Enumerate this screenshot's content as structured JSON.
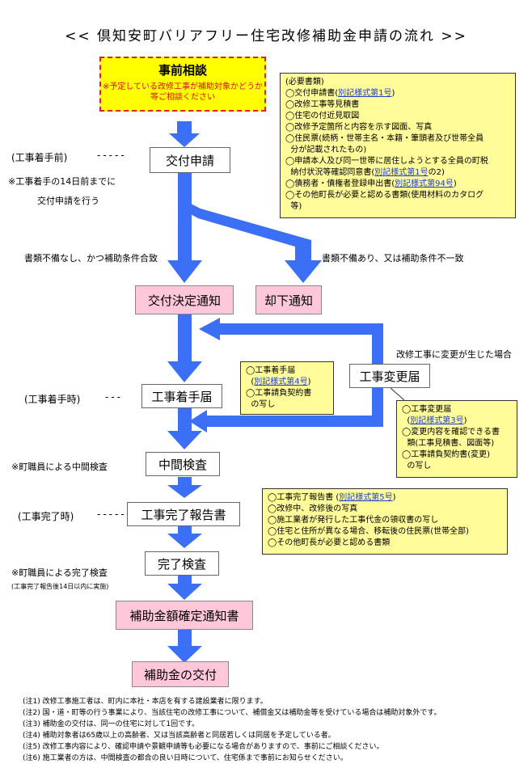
{
  "title": "<< 倶知安町バリアフリー住宅改修補助金申請の流れ >>",
  "consult": {
    "title": "事前相談",
    "note": "※予定している改修工事が補助対象かどうか等ご相談ください"
  },
  "steps": {
    "apply": "交付申請",
    "decision": "交付決定通知",
    "reject": "却下通知",
    "start": "工事着手届",
    "change": "工事変更届",
    "midcheck": "中間検査",
    "complete_report": "工事完了報告書",
    "complete_check": "完了検査",
    "amount": "補助金額確定通知書",
    "grant": "補助金の交付"
  },
  "side_labels": {
    "before_start": "(工事着手前)",
    "before_note_1": "※工事着手の14日前までに",
    "before_note_2": "交付申請を行う",
    "at_start": "(工事着手時)",
    "mid_note": "※町職員による中間検査",
    "at_complete": "(工事完了時)",
    "comp_note": "※町職員による完了検査",
    "comp_note_small": "(工事完了報告後14日以内に実施)"
  },
  "branch_labels": {
    "ok": "書類不備なし、かつ補助条件合致",
    "ng": "書類不備あり、又は補助条件不一致",
    "change": "改修工事に変更が生じた場合"
  },
  "notes": {
    "required_docs": [
      "(必要書類)",
      "◯交付申請書(別記様式第1号)",
      "◯改修工事等見積書",
      "◯住宅の付近見取図",
      "◯改修予定箇所と内容を示す図面、写真",
      "◯住民票(続柄・世帯主名・本籍・筆頭者及び世帯全員",
      "  分が記載されたもの)",
      "◯申請本人及び同一世帯に居住しようとする全員の町税",
      "  納付状況等確認同意書(別記様式第1号の2)",
      "◯債務者・債権者登録申出書(別記様式第94号)",
      "◯その他町長が必要と認める書類(使用材料のカタログ",
      "  等)"
    ],
    "start_docs": [
      "◯工事着手届",
      "  (別記様式第4号)",
      "◯工事請負契約書",
      "  の写し"
    ],
    "change_docs": [
      "◯工事変更届",
      "  (別記様式第3号)",
      "◯変更内容を確認できる書",
      "  類(工事見積書、図面等)",
      "◯工事請負契約書(変更)",
      "  の写し"
    ],
    "complete_docs": [
      "◯工事完了報告書 (別記様式第5号)",
      "◯改修中、改修後の写真",
      "◯施工業者が発行した工事代金の領収書の写し",
      "◯住宅と住所が異なる場合、移転後の住民票(世帯全部)",
      "◯その他町長が必要と認める書類"
    ]
  },
  "footnotes": [
    "(注1) 改修工事施工者は、町内に本社・本店を有する建設業者に限ります。",
    "(注2) 国・道・町等の行う事業により、当該住宅の改修工事について、補償金又は補助金等を受けている場合は補助対象外です。",
    "(注3) 補助金の交付は、同一の住宅に対して1回です。",
    "(注4) 補助対象者は65歳以上の高齢者、又は当該高齢者と同居若しくは同居を予定している者。",
    "(注5) 改修工事内容により、確認申請や景観申請等も必要になる場合がありますので、事前にご相談ください。",
    "(注6) 施工業者の方は、中間検査の都合の良い日時について、住宅係まで事前にお知らせください。"
  ],
  "colors": {
    "arrow": "#3b6ff5",
    "pink": "#ffc7d9",
    "note": "#fffc99",
    "consult": "#ffff00"
  }
}
